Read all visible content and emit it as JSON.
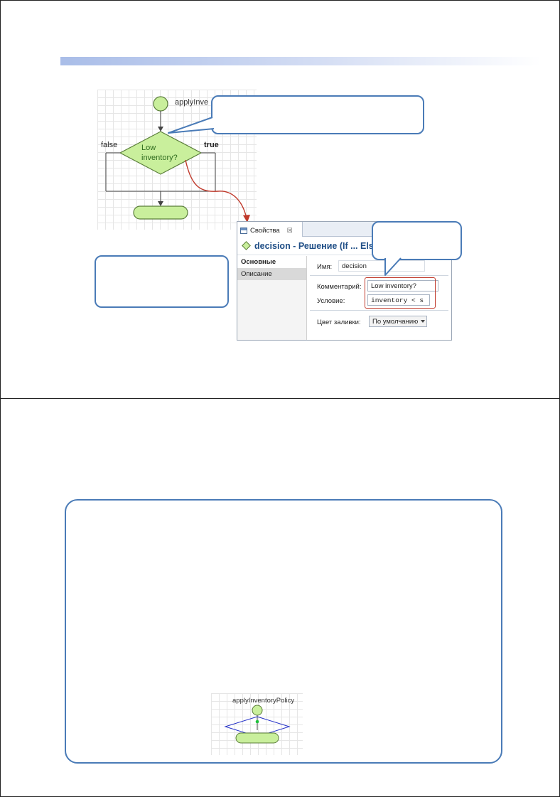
{
  "slide1": {
    "flowchart": {
      "start_label": "applyInve",
      "decision_text": "Low\ninventory?",
      "false_label": "false",
      "true_label": "true"
    },
    "properties": {
      "tab_label": "Свойства",
      "tab_close": "☒",
      "header_title": "decision - Решение (If ... Else)",
      "sidebar": [
        "Основные",
        "Описание"
      ],
      "fields": {
        "name_label": "Имя:",
        "name_value": "decision",
        "comment_label": "Комментарий:",
        "comment_value": "Low inventory?",
        "condition_label": "Условие:",
        "condition_value": "inventory < s",
        "fill_label": "Цвет заливки:",
        "fill_value": "По умолчанию"
      }
    },
    "colors": {
      "callout_border": "#4a7bb7",
      "highlight_border": "#c0392b",
      "decision_fill": "#c9ef9c",
      "accent": "#1f4e86"
    }
  },
  "slide2": {
    "mini_diagram": {
      "label": "applyInventoryPolicy"
    }
  }
}
